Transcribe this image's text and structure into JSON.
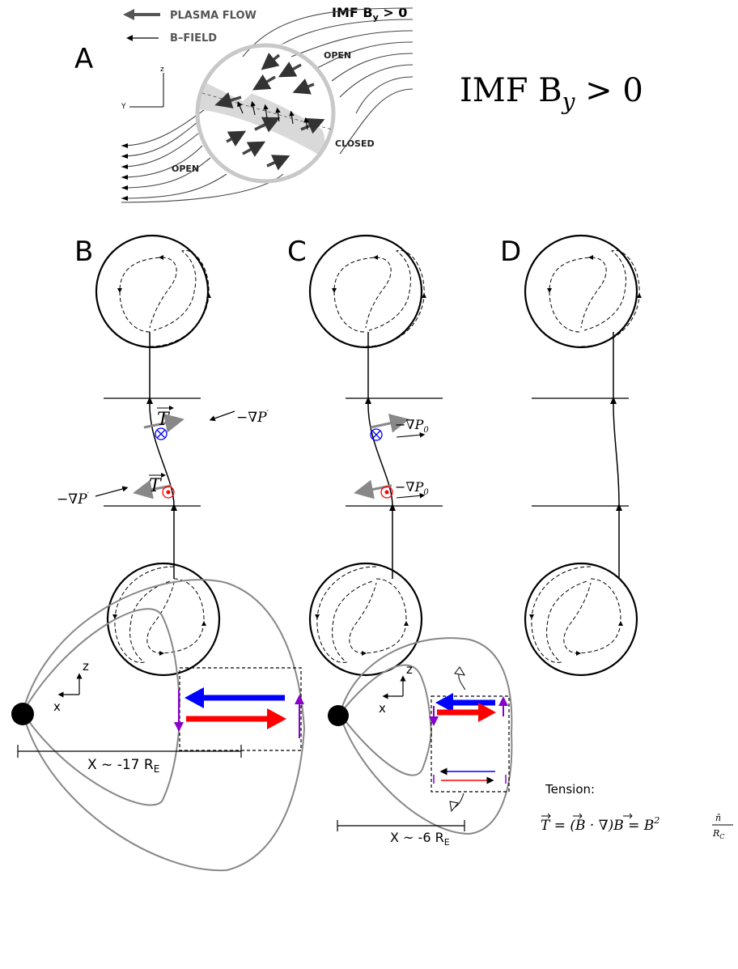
{
  "panel_a": {
    "letter": "A",
    "legend_flow": "PLASMA FLOW",
    "legend_field": "B–FIELD",
    "imf_label": "IMF B",
    "imf_sub": "y",
    "imf_cond": " > 0",
    "axis_z": "z",
    "axis_y": "Y",
    "open_top": "OPEN",
    "closed": "CLOSED",
    "open_bottom": "OPEN"
  },
  "big_title": {
    "main": "IMF B",
    "sub": "y",
    "tail": " > 0"
  },
  "panels": {
    "b": "B",
    "c": "C",
    "d": "D"
  },
  "panel_b": {
    "tension": "T",
    "pressure": "−∇P",
    "prime": "′"
  },
  "panel_c": {
    "pressure": "−∇P",
    "sub": "0"
  },
  "bottom": {
    "axis_z": "z",
    "axis_x": "x",
    "scale_left": "X ~ -17 R",
    "scale_right": "X ~ -6 R",
    "scale_sub": "E",
    "tension_title": "Tension:",
    "tension_eq_lhs": "T = (B · ∇)B = B",
    "tension_eq_sup": "2",
    "tension_frac_num": "n̂",
    "tension_frac_den": "R",
    "tension_frac_den_sub": "C"
  },
  "colors": {
    "blue": "#0000ff",
    "red": "#ff0000",
    "purple": "#8800cc",
    "gray": "#888888",
    "dark_gray": "#555555"
  }
}
